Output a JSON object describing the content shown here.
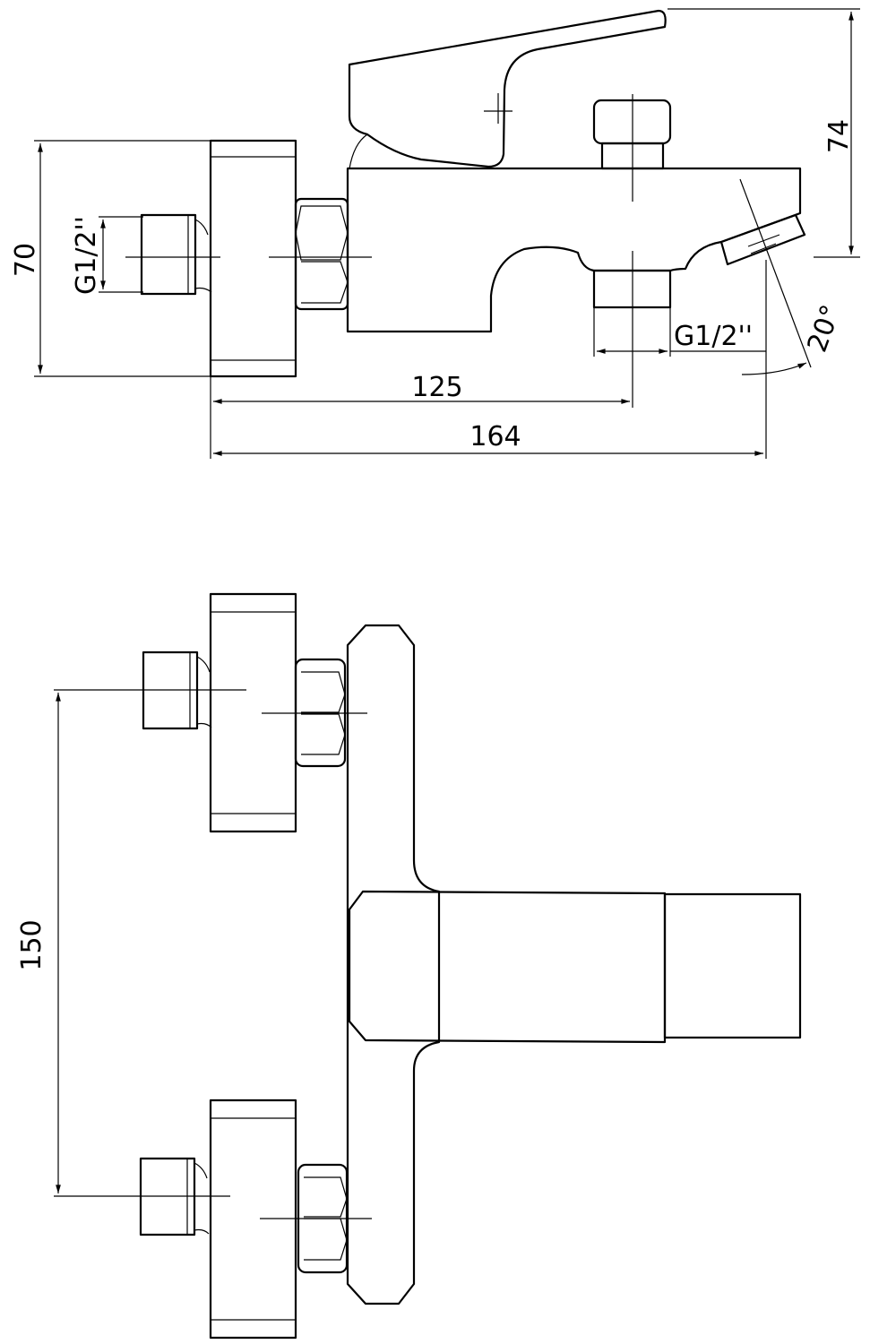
{
  "title": "Bath mixer technical drawing",
  "side_view": {
    "height_label": "70",
    "inlet_thread_label": "G1/2''",
    "top_height_label": "74",
    "outlet_thread_label": "G1/2''",
    "spout_angle_label": "20°",
    "outlet_distance_label": "125",
    "total_depth_label": "164"
  },
  "front_view": {
    "inlet_spacing_label": "150"
  },
  "colors": {
    "line": "#000000",
    "background": "#ffffff"
  }
}
